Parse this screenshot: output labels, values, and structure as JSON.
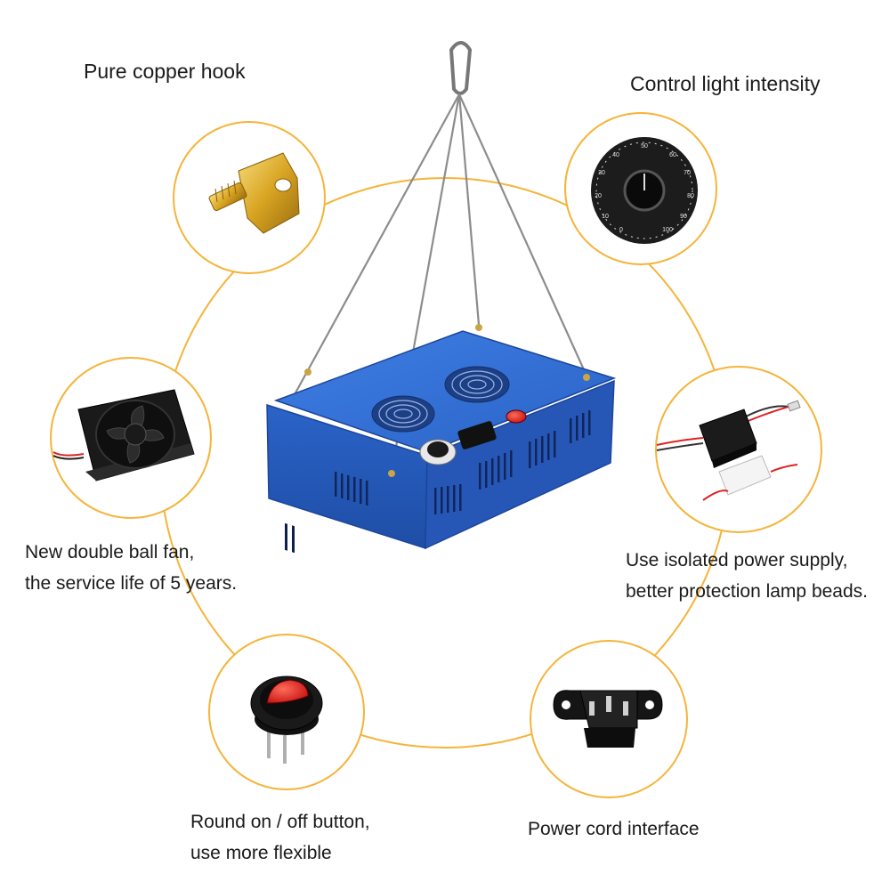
{
  "colors": {
    "ring": "#f5b43a",
    "panel": "#2f6dd4",
    "panel_dark": "#1f4fa8",
    "switch": "#e02020",
    "brass": "#d8a422"
  },
  "features": {
    "hook": {
      "label": "Pure copper hook",
      "icon": "brass-hook-icon"
    },
    "intensity": {
      "label": "Control light intensity",
      "icon": "dial-knob-icon"
    },
    "fan": {
      "line1": "New double ball fan,",
      "line2": "the service life of 5 years.",
      "icon": "cooling-fan-icon"
    },
    "power_supply": {
      "line1": "Use isolated power supply,",
      "line2": "better protection lamp beads.",
      "icon": "power-supply-icon"
    },
    "switch": {
      "line1": "Round on / off button,",
      "line2": "use more flexible",
      "icon": "rocker-switch-icon"
    },
    "cord": {
      "label": "Power cord interface",
      "icon": "power-socket-icon"
    }
  },
  "dial": {
    "scale": [
      "0",
      "10",
      "20",
      "30",
      "40",
      "50",
      "60",
      "70",
      "80",
      "90",
      "100"
    ]
  }
}
